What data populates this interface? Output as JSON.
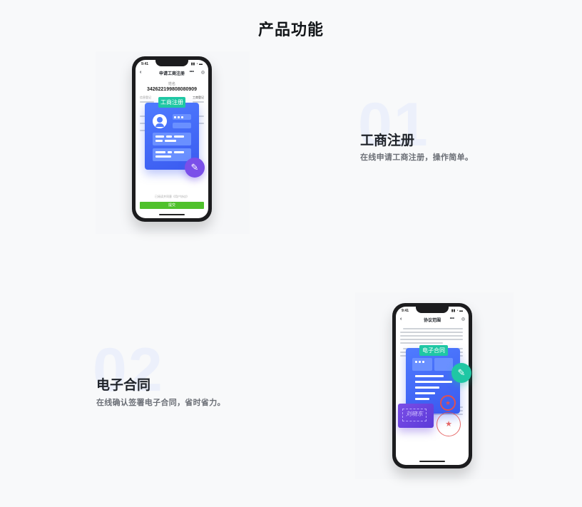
{
  "page": {
    "title": "产品功能"
  },
  "features": [
    {
      "number": "01",
      "title": "工商注册",
      "desc": "在线申请工商注册，操作简单。",
      "phone": {
        "time": "9:41",
        "signal": "▮▮ ◔ ▬",
        "nav_title": "申请工商注册",
        "name_label": "姓名",
        "id_number": "342622199808080909",
        "left_small": "信息登记",
        "right_small": "工商登记",
        "card_tag": "工商注册",
        "agreement": "已阅读并同意《用户协议》",
        "submit": "提交",
        "edit_icon": "pencil-icon"
      }
    },
    {
      "number": "02",
      "title": "电子合同",
      "desc": "在线确认签署电子合同，省时省力。",
      "phone": {
        "time": "9:41",
        "signal": "▮▮ ◔ ▬",
        "nav_title": "协议范围",
        "card_tag": "电子合同",
        "signature": "刘晓东",
        "stamp_icon": "star-stamp-icon",
        "edit_icon": "pencil-icon"
      }
    }
  ],
  "colors": {
    "accent_blue": "#4f7bff",
    "accent_green": "#1fc7a4",
    "accent_purple": "#7a4de6",
    "submit_green": "#4fc12b"
  }
}
